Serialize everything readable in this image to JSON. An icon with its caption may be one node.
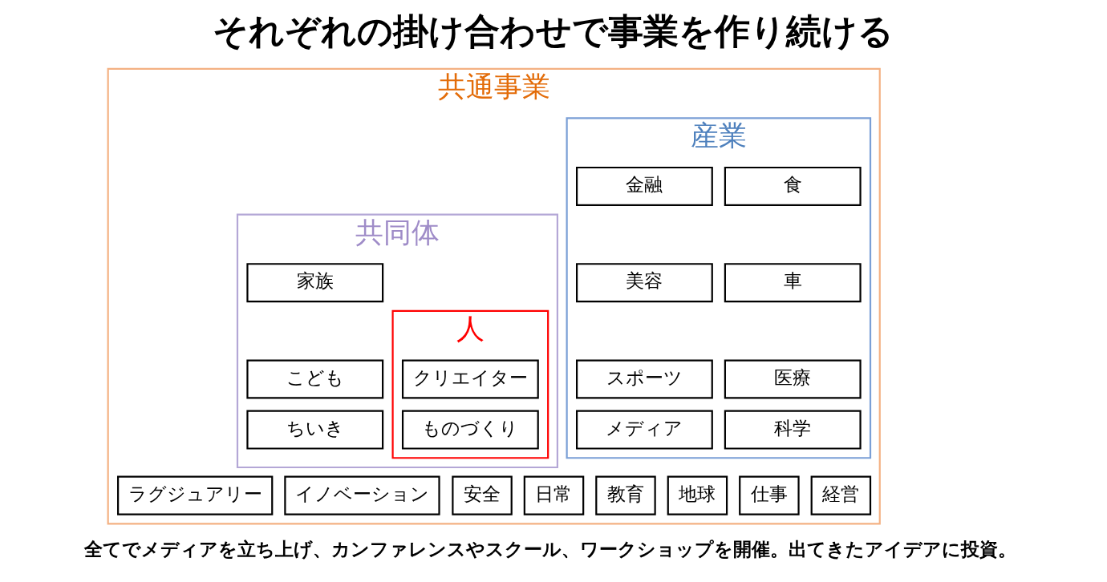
{
  "diagram": {
    "title": "それぞれの掛け合わせで事業を作り続ける",
    "caption": "全てでメディアを立ち上げ、カンファレンスやスクール、ワークショップを開催。出てきたアイデアに投資。",
    "nodes": [
      {
        "text": [
          "共通事業"
        ]
      },
      {
        "text": [
          "産業"
        ],
        "in": 0
      },
      {
        "text": [
          "食"
        ],
        "in": 1
      },
      {
        "text": [
          "金融"
        ],
        "in": 1
      },
      {
        "text": [
          "車"
        ],
        "in": 1
      },
      {
        "text": [
          "美容"
        ],
        "in": 1
      },
      {
        "text": [
          "医療"
        ],
        "in": 1
      },
      {
        "text": [
          "スポーツ"
        ],
        "in": 1
      },
      {
        "text": [
          "科学"
        ],
        "in": 1
      },
      {
        "text": [
          "メディア"
        ],
        "in": 1
      },
      {
        "text": [
          "共同体"
        ],
        "in": 0
      },
      {
        "text": [
          "人"
        ],
        "in": 10
      },
      {
        "text": [
          "クリエイター"
        ],
        "in": 11
      },
      {
        "text": [
          "ものづくり"
        ],
        "in": 11
      },
      {
        "text": [
          "家族"
        ],
        "in": 10
      },
      {
        "text": [
          "こども"
        ],
        "in": 10
      },
      {
        "text": [
          "ちいき"
        ],
        "in": 10
      },
      {
        "text": [
          "経営"
        ],
        "in": 0
      },
      {
        "text": [
          "仕事"
        ],
        "in": 0
      },
      {
        "text": [
          "地球"
        ],
        "in": 0
      },
      {
        "text": [
          "教育"
        ],
        "in": 0
      },
      {
        "text": [
          "日常"
        ],
        "in": 0
      },
      {
        "text": [
          "安全"
        ],
        "in": 0
      },
      {
        "text": [
          "イノベーション"
        ],
        "in": 0
      },
      {
        "text": [
          "ラグジュアリー"
        ],
        "in": 0
      }
    ],
    "edges": []
  }
}
